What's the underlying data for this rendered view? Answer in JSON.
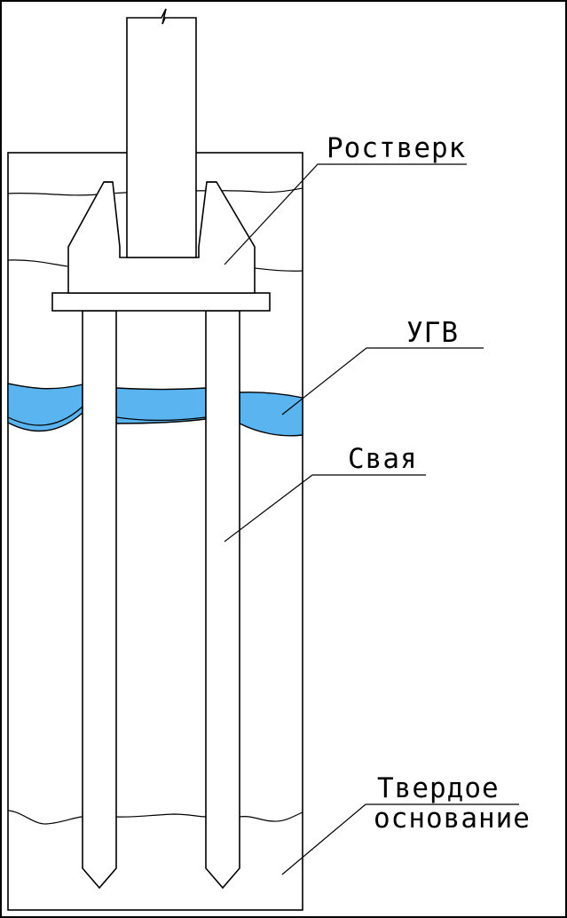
{
  "diagram": {
    "labels": {
      "grillage": "Ростверк",
      "groundwater": "УГВ",
      "pile": "Свая",
      "bedrock_line1": "Твердое",
      "bedrock_line2": "основание"
    },
    "colors": {
      "groundwater_fill": "#59b4f0",
      "line": "#000000",
      "background": "#ffffff"
    }
  }
}
